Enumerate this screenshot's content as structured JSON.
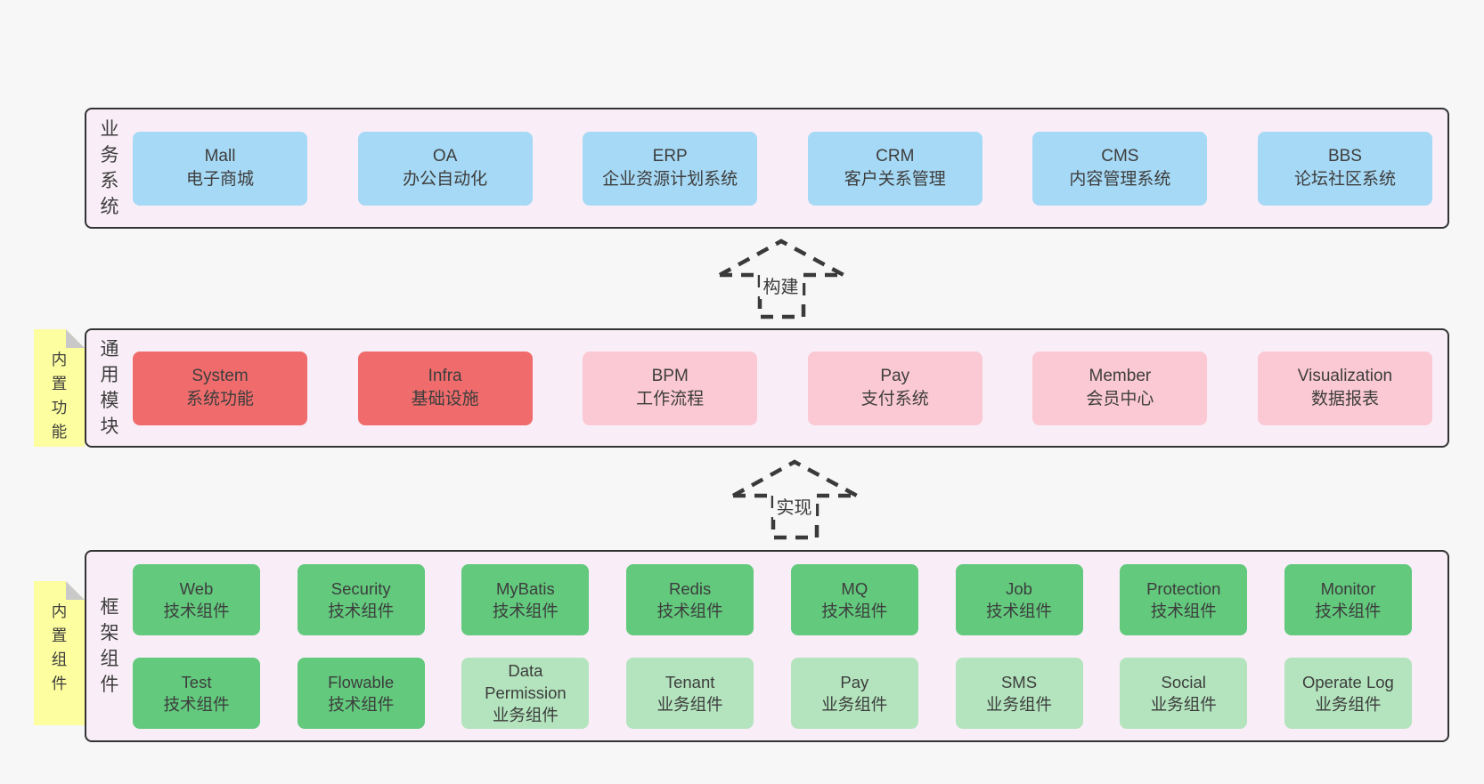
{
  "colors": {
    "page_bg": "#f7f7f8",
    "band_bg": "#f9eef7",
    "band_border": "#333333",
    "box_blue": "#a6d9f5",
    "box_red": "#f06c6c",
    "box_pink": "#fbc9d3",
    "box_green": "#62c97d",
    "box_green_light": "#b3e4bd",
    "sticky_yellow": "#fdfe9f",
    "fold_gray": "#c9c9c9",
    "text": "#3d3d3d",
    "arrow": "#3a3a3a"
  },
  "arrows": [
    {
      "label": "构建"
    },
    {
      "label": "实现"
    }
  ],
  "stickies": [
    {
      "label": "内置功能"
    },
    {
      "label": "内置组件"
    }
  ],
  "bands": [
    {
      "label": "业务系统",
      "boxes": [
        {
          "title": "Mall",
          "subtitle": "电子商城"
        },
        {
          "title": "OA",
          "subtitle": "办公自动化"
        },
        {
          "title": "ERP",
          "subtitle": "企业资源计划系统"
        },
        {
          "title": "CRM",
          "subtitle": "客户关系管理"
        },
        {
          "title": "CMS",
          "subtitle": "内容管理系统"
        },
        {
          "title": "BBS",
          "subtitle": "论坛社区系统"
        }
      ]
    },
    {
      "label": "通用模块",
      "boxes": [
        {
          "title": "System",
          "subtitle": "系统功能"
        },
        {
          "title": "Infra",
          "subtitle": "基础设施"
        },
        {
          "title": "BPM",
          "subtitle": "工作流程"
        },
        {
          "title": "Pay",
          "subtitle": "支付系统"
        },
        {
          "title": "Member",
          "subtitle": "会员中心"
        },
        {
          "title": "Visualization",
          "subtitle": "数据报表"
        }
      ]
    },
    {
      "label": "框架组件",
      "rows": [
        [
          {
            "title": "Web",
            "subtitle": "技术组件"
          },
          {
            "title": "Security",
            "subtitle": "技术组件"
          },
          {
            "title": "MyBatis",
            "subtitle": "技术组件"
          },
          {
            "title": "Redis",
            "subtitle": "技术组件"
          },
          {
            "title": "MQ",
            "subtitle": "技术组件"
          },
          {
            "title": "Job",
            "subtitle": "技术组件"
          },
          {
            "title": "Protection",
            "subtitle": "技术组件"
          },
          {
            "title": "Monitor",
            "subtitle": "技术组件"
          }
        ],
        [
          {
            "title": "Test",
            "subtitle": "技术组件"
          },
          {
            "title": "Flowable",
            "subtitle": "技术组件"
          },
          {
            "title": "Data Permission",
            "subtitle": "业务组件"
          },
          {
            "title": "Tenant",
            "subtitle": "业务组件"
          },
          {
            "title": "Pay",
            "subtitle": "业务组件"
          },
          {
            "title": "SMS",
            "subtitle": "业务组件"
          },
          {
            "title": "Social",
            "subtitle": "业务组件"
          },
          {
            "title": "Operate Log",
            "subtitle": "业务组件"
          }
        ]
      ]
    }
  ]
}
